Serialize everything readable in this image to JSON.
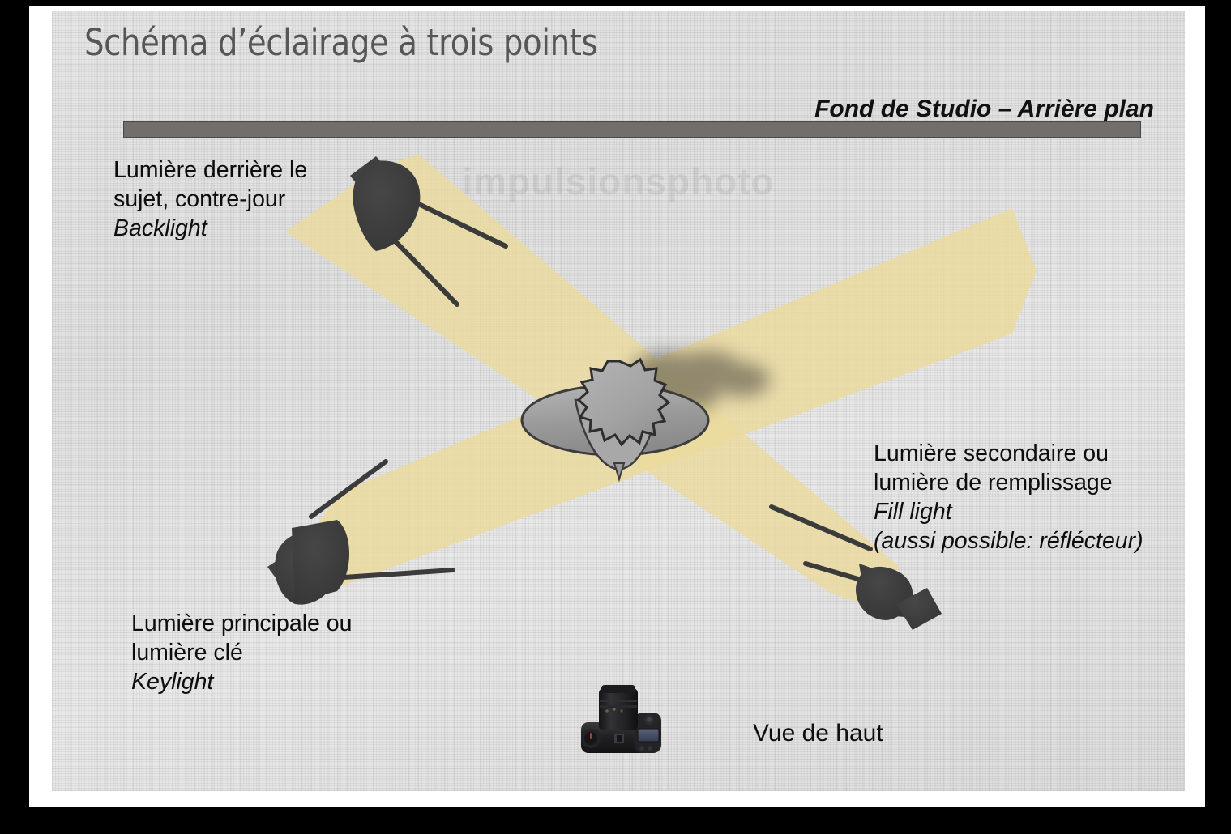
{
  "title": "Schéma d’éclairage à trois points",
  "watermark": "impulsionsphoto",
  "backdrop": {
    "label": "Fond de Studio – Arrière plan",
    "bar_color": "#716e6c"
  },
  "labels": {
    "backlight": {
      "line1": "Lumière derrière le",
      "line2": "sujet, contre-jour",
      "line3": "Backlight"
    },
    "keylight": {
      "line1": "Lumière principale ou",
      "line2": "lumière clé",
      "line3": "Keylight"
    },
    "filllight": {
      "line1": "Lumière secondaire ou",
      "line2": "lumière de remplissage",
      "line3": "Fill light",
      "line4": "(aussi possible: réflécteur)"
    },
    "view": "Vue de haut"
  },
  "colors": {
    "beam": "#ebdb9c",
    "lamp_body": "#3b3b3b",
    "subject_fill": "#a0a0a0",
    "shadow": "#5b564c",
    "background": "#dedede",
    "title_text": "#565656",
    "frame": "#000000"
  },
  "icons": {
    "camera": "camera-icon",
    "lamp": "studio-lamp-icon",
    "subject": "person-top-view-icon",
    "beam": "light-beam-icon",
    "shadow": "cast-shadow-icon",
    "backdrop": "studio-backdrop-icon"
  }
}
